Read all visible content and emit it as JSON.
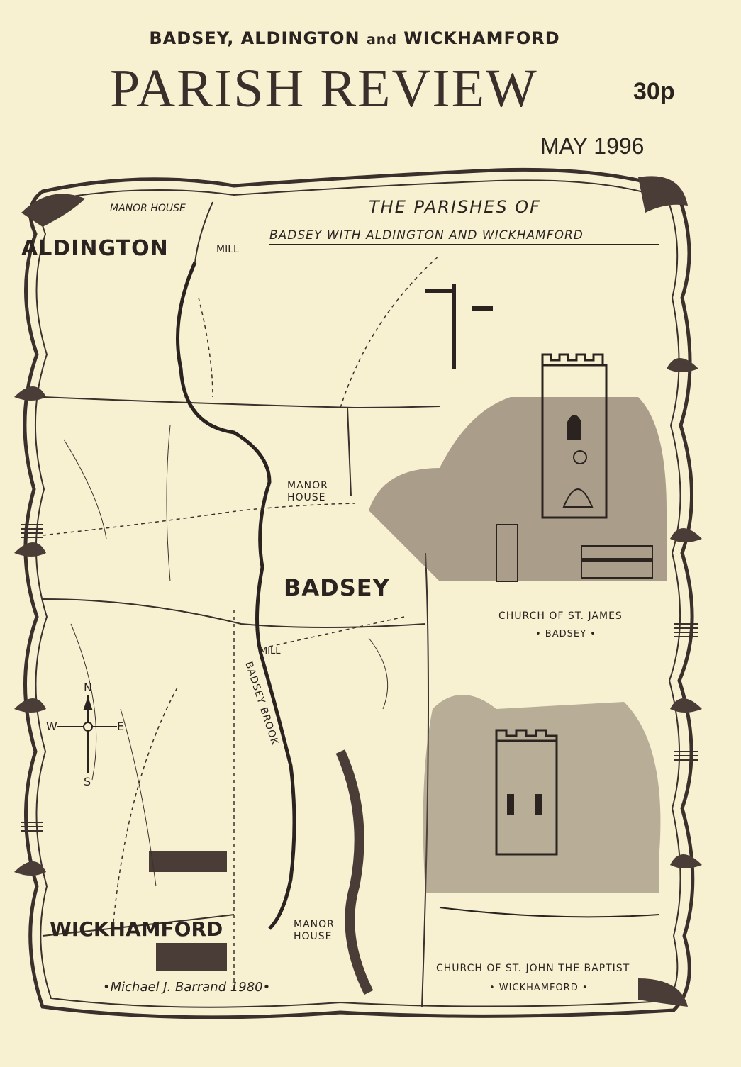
{
  "header": {
    "parishes_pre": "BADSEY, ALDINGTON ",
    "parishes_and": "and",
    "parishes_post": " WICKHAMFORD",
    "title": "PARISH  REVIEW",
    "price": "30p",
    "issue_date": "MAY 1996"
  },
  "map": {
    "banner_line1": "THE PARISHES OF",
    "banner_line2": "BADSEY WITH ALDINGTON AND WICKHAMFORD",
    "labels": {
      "aldington": "ALDINGTON",
      "manor_house_top": "MANOR HOUSE",
      "mill_top": "MILL",
      "manor_house_mid_1": "MANOR",
      "manor_house_mid_2": "HOUSE",
      "badsey": "BADSEY",
      "mill_mid": "MILL",
      "badsey_brook": "BADSEY BROOK",
      "wickhamford": "WICKHAMFORD",
      "manor_house_bottom_1": "MANOR",
      "manor_house_bottom_2": "HOUSE",
      "church_badsey_1": "CHURCH OF ST. JAMES",
      "church_badsey_2": "• BADSEY •",
      "church_wick_1": "CHURCH OF ST. JOHN THE BAPTIST",
      "church_wick_2": "• WICKHAMFORD •",
      "signature": "•Michael J. Barrand 1980•"
    },
    "compass": {
      "n": "N",
      "s": "S",
      "e": "E",
      "w": "W"
    }
  }
}
